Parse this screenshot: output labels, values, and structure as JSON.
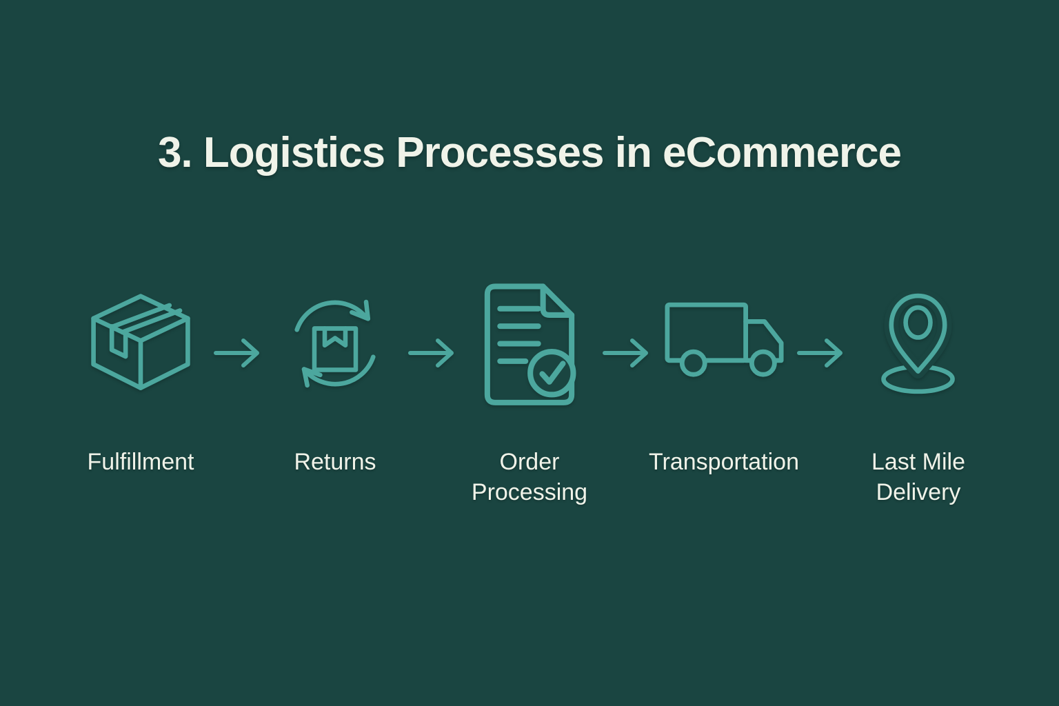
{
  "title": "3. Logistics Processes in eCommerce",
  "colors": {
    "background": "#1a4541",
    "icon": "#4ca79e",
    "text": "#f0f3e9"
  },
  "flow": {
    "arrow": {
      "name": "right-arrow-icon",
      "glyph": "→"
    },
    "steps": [
      {
        "label": "Fulfillment",
        "icon": "package-box-icon"
      },
      {
        "label": "Returns",
        "icon": "returns-cycle-icon"
      },
      {
        "label": "Order\nProcessing",
        "icon": "order-document-check-icon"
      },
      {
        "label": "Transportation",
        "icon": "delivery-truck-icon"
      },
      {
        "label": "Last Mile\nDelivery",
        "icon": "location-pin-icon"
      }
    ]
  }
}
